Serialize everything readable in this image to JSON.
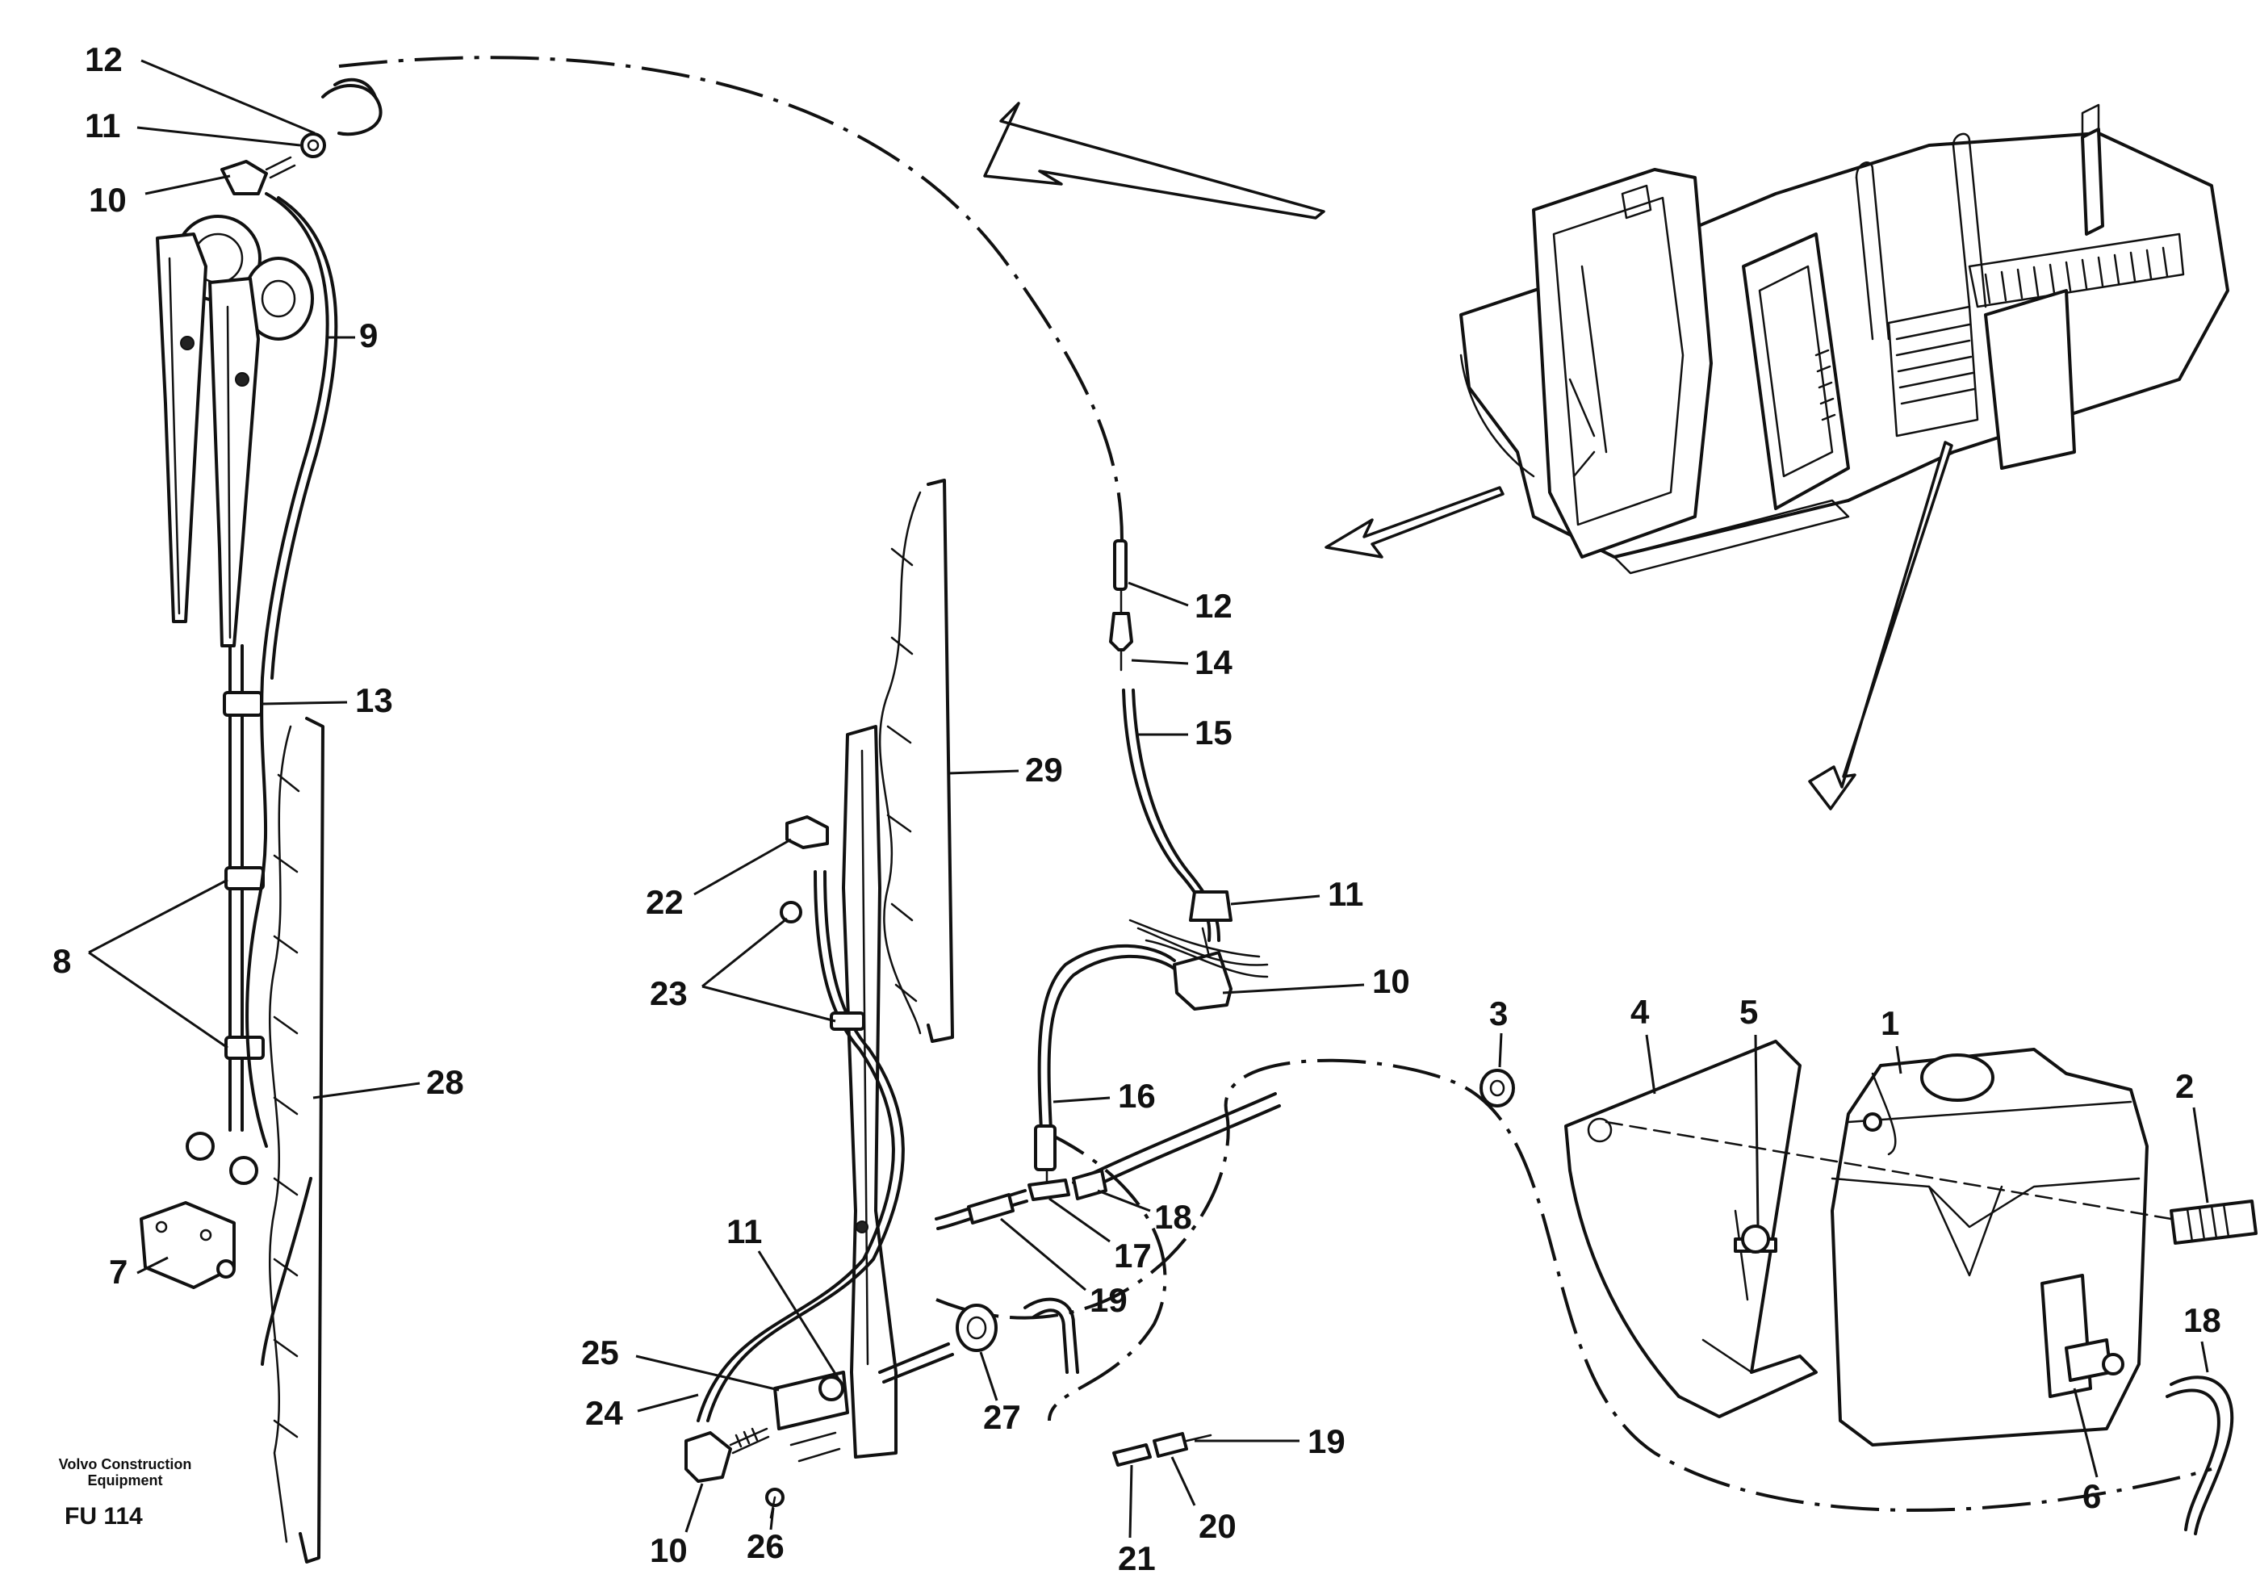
{
  "caption": {
    "company_line1": "Volvo Construction",
    "company_line2": "Equipment",
    "figure_code": "FU 114"
  },
  "labels": {
    "left_12": "12",
    "left_11": "11",
    "left_10": "10",
    "left_9": "9",
    "left_13": "13",
    "left_8": "8",
    "left_28": "28",
    "left_7": "7",
    "mid_29": "29",
    "mid_22": "22",
    "mid_23": "23",
    "mid_11": "11",
    "mid_25": "25",
    "mid_24": "24",
    "mid_10": "10",
    "mid_26": "26",
    "mid_27": "27",
    "mid_19a": "19",
    "mid_19b": "19",
    "mid_20": "20",
    "mid_21": "21",
    "mid_12": "12",
    "mid_14": "14",
    "mid_15": "15",
    "mid_11b": "11",
    "mid_10b": "10",
    "mid_16": "16",
    "mid_17": "17",
    "mid_18": "18",
    "right_3": "3",
    "right_4": "4",
    "right_5": "5",
    "right_1": "1",
    "right_2": "2",
    "right_18": "18",
    "right_6": "6"
  }
}
